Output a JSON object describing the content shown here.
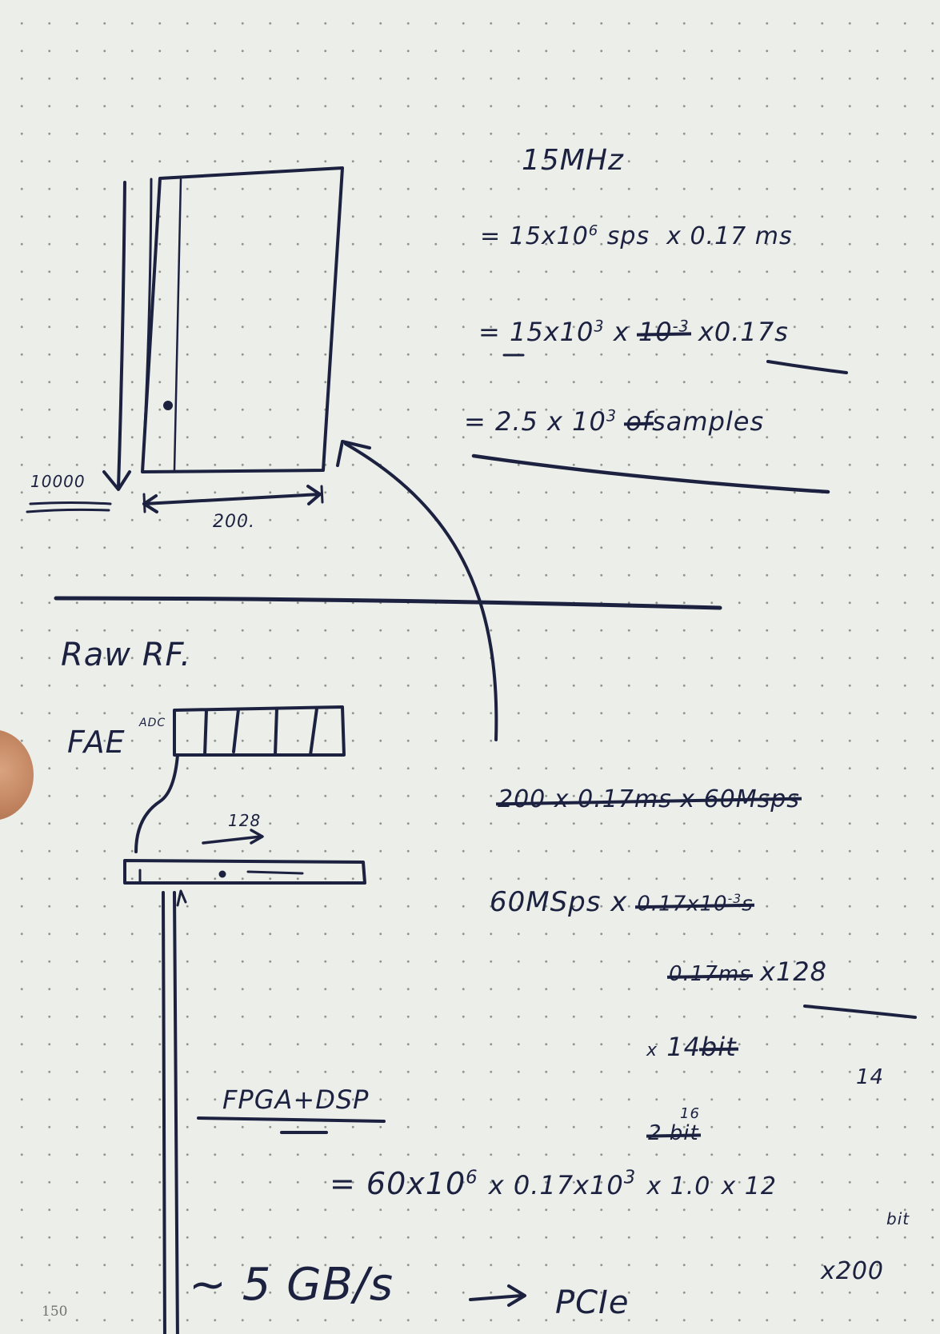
{
  "page_number": "150",
  "diagram": {
    "depth_label": "10000",
    "width_label": "200.",
    "raw_rf_label": "Raw RF.",
    "fae_label": "FAE",
    "fae_sub_label": "ADC",
    "channels_label": "128",
    "fpga_label": "FPGA+DSP"
  },
  "calc": {
    "freq": "15MHz",
    "line1": "= 15x10",
    "line1_exp": "6",
    "line1_unit": "sps",
    "line1_mult": "x 0.17 ms",
    "line2_pre": "= 15x10",
    "line2_exp": "3",
    "line2_x": "x",
    "line2_struck": "10",
    "line2_struck_exp": "-3",
    "line2_post": "x0.17s",
    "line3": "= 2.5 x 10",
    "line3_exp": "3",
    "line3_struck": "of",
    "line3_unit": "samples"
  },
  "rate": {
    "struck_line": "200 x 0.17ms x 60Msps",
    "line_a": "60MSps",
    "line_a_x": "x",
    "line_a_struck": "0.17x10",
    "line_a_struck_exp": "-3",
    "line_a_struck_s": "s",
    "line_b": "0.17ms",
    "line_b_mult": "x128",
    "line_c_x": "x",
    "line_c_num": "14",
    "line_c_struck": "bit",
    "line_c_side": "14",
    "line_d_struck": "2 bit",
    "line_d_over": "16",
    "equation": "= 60x10",
    "equation_exp1": "6",
    "equation_mid": "x 0.17x10",
    "equation_exp2": "3",
    "equation_end": "x 1.0",
    "equation_tail": "x 12",
    "equation_unit": "bit",
    "result": "~ 5 GB/s",
    "arrow_target": "PCIe",
    "multiplier": "x200"
  }
}
